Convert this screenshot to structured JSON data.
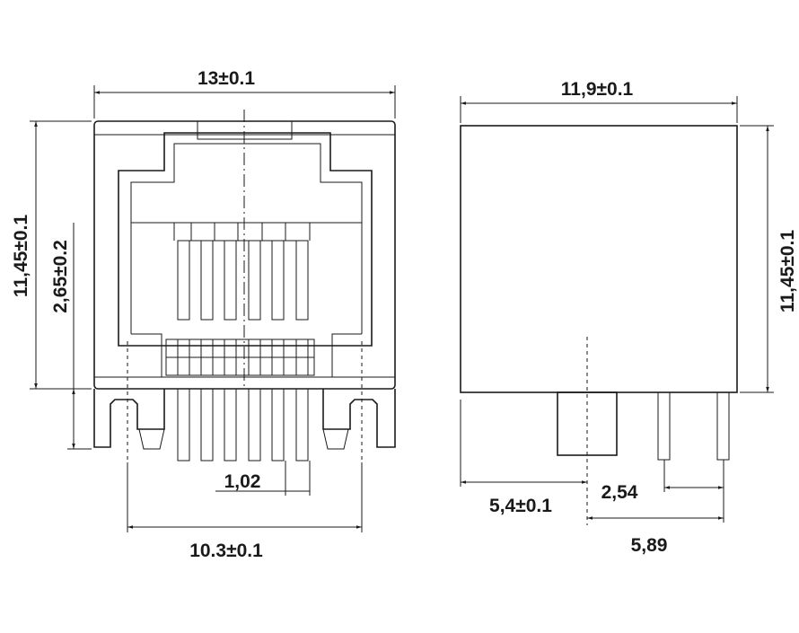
{
  "front_view": {
    "width_label": "13±0.1",
    "height_label": "11,45±0.1",
    "pin_height_label": "2,65±0.2",
    "pin_pitch_label": "1,02",
    "pin_span_label": "10.3±0.1"
  },
  "side_view": {
    "width_label": "11,9±0.1",
    "height_label": "11,45±0.1",
    "pin_offset_label": "5,4±0.1",
    "row_pitch_label": "2,54",
    "row_span_label": "5,89"
  },
  "colors": {
    "line": "#1a1a1a",
    "background": "#ffffff"
  }
}
